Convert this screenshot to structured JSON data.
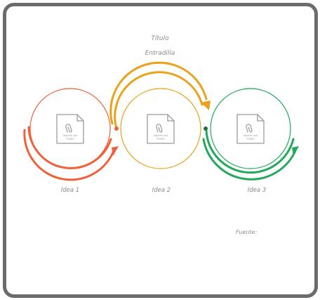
{
  "header": {
    "title": "Título",
    "subtitle": "Entradilla"
  },
  "ideas": [
    {
      "label": "Idea 1",
      "color": "#f0603a",
      "placeholder_line1": "Adjunte una",
      "placeholder_line2": "imagen"
    },
    {
      "label": "Idea 2",
      "color": "#eaa21b",
      "placeholder_line1": "Adjunte una",
      "placeholder_line2": "imagen"
    },
    {
      "label": "Idea 3",
      "color": "#22a95a",
      "placeholder_line1": "Adjunte una",
      "placeholder_line2": "imagen"
    }
  ],
  "footer": {
    "source": "Fuente:"
  },
  "colors": {
    "frame": "#6b6b6b",
    "text": "#8c8c8c",
    "icon": "#9a9a9a"
  }
}
